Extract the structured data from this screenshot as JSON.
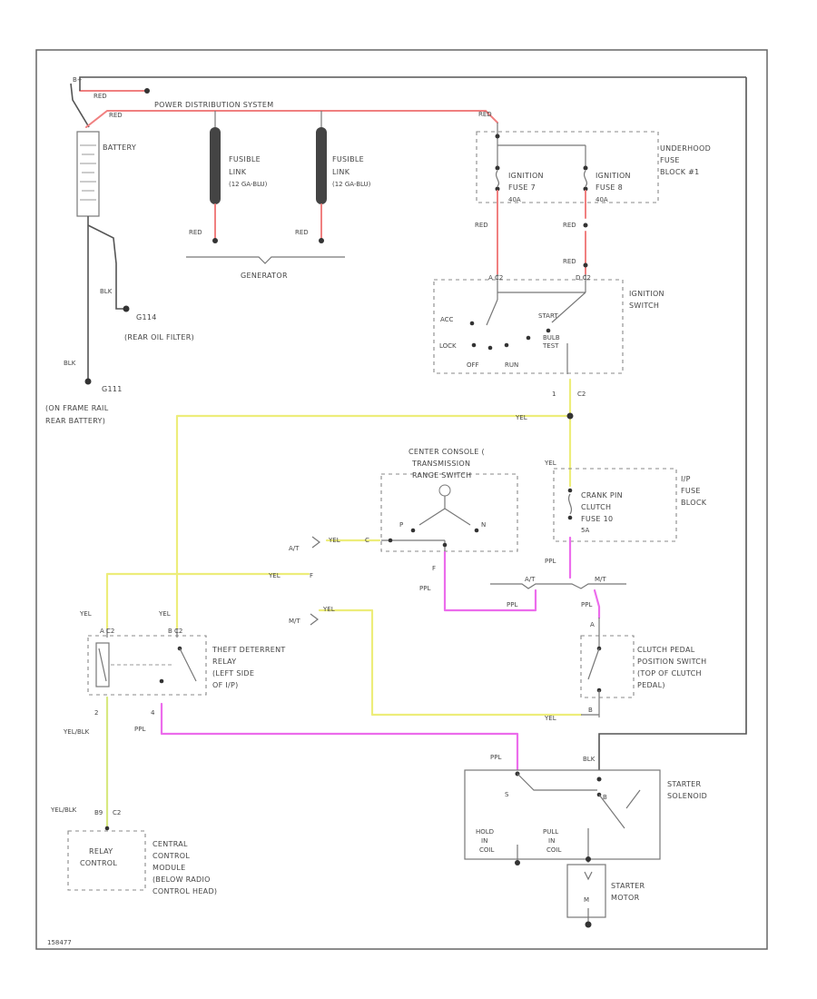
{
  "colors": {
    "red": "#f08080",
    "yellow": "#eded7a",
    "pink": "#ec6cec",
    "yellowgreen": "#d8e880",
    "black": "#555555"
  },
  "labels": {
    "wire_red": "RED",
    "wire_blk": "BLK",
    "wire_yel": "YEL",
    "wire_ppl": "PPL",
    "wire_yelblk": "YEL/BLK",
    "power_dist": "POWER DISTRIBUTION SYSTEM",
    "battery": "BATTERY",
    "fusible_link_1": "FUSIBLE",
    "fusible_link_2": "LINK",
    "fusible_link_3": "(12 GA-BLU)",
    "generator": "GENERATOR",
    "g114_1": "G114",
    "g114_2": "(REAR OIL FILTER)",
    "g111_1": "G111",
    "g111_2": "(ON FRAME RAIL",
    "g111_3": "REAR BATTERY)",
    "underhood_1": "UNDERHOOD",
    "underhood_2": "FUSE",
    "underhood_3": "BLOCK #1",
    "ign_fuse_7_1": "IGNITION",
    "ign_fuse_7_2": "FUSE 7",
    "ign_fuse_7_3": "40A",
    "ign_fuse_8_1": "IGNITION",
    "ign_fuse_8_2": "FUSE 8",
    "ign_fuse_8_3": "40A",
    "ign_switch_1": "IGNITION",
    "ign_switch_2": "SWITCH",
    "acc": "ACC",
    "lock": "LOCK",
    "start": "START",
    "bulb_1": "BULB",
    "bulb_2": "TEST",
    "off": "OFF",
    "run": "RUN",
    "c2": "C2",
    "pin_1": "1",
    "console_1": "CENTER CONSOLE (",
    "console_2": "TRANSMISSION",
    "console_3": "RANGE SWITCH",
    "ip_fuse_1": "I/P",
    "ip_fuse_2": "FUSE",
    "ip_fuse_3": "BLOCK",
    "crank_1": "CRANK PIN",
    "crank_2": "CLUTCH",
    "crank_3": "FUSE 10",
    "crank_4": "5A",
    "p_pos": "P",
    "n_pos": "N",
    "at_1": "A/T",
    "at_2": "A/T",
    "mt_1": "M/T",
    "mt_2": "M/T",
    "f_conn": "F",
    "c_conn": "C",
    "theft_1": "THEFT DETERRENT",
    "theft_2": "RELAY",
    "theft_3": "(LEFT SIDE",
    "theft_4": "OF I/P)",
    "pin_2": "2",
    "pin_4": "4",
    "clutch_1": "CLUTCH PEDAL",
    "clutch_2": "POSITION SWITCH",
    "clutch_3": "(TOP OF CLUTCH",
    "clutch_4": "PEDAL)",
    "pin_a": "A",
    "pin_b": "B",
    "solenoid_1": "STARTER",
    "solenoid_2": "SOLENOID",
    "s_term": "S",
    "b_term": "B",
    "hold_1": "HOLD",
    "hold_2": "IN",
    "hold_3": "COIL",
    "pull_1": "PULL",
    "pull_2": "IN",
    "pull_3": "COIL",
    "starter_1": "STARTER",
    "starter_2": "MOTOR",
    "m_term": "M",
    "relay_ctrl_1": "RELAY",
    "relay_ctrl_2": "CONTROL",
    "ccm_1": "CENTRAL",
    "ccm_2": "CONTROL",
    "ccm_3": "MODULE",
    "ccm_4": "(BELOW RADIO",
    "ccm_5": "CONTROL HEAD)",
    "ccm_pin": "C2",
    "ccm_pin2": "B9",
    "doc_id": "158477"
  }
}
